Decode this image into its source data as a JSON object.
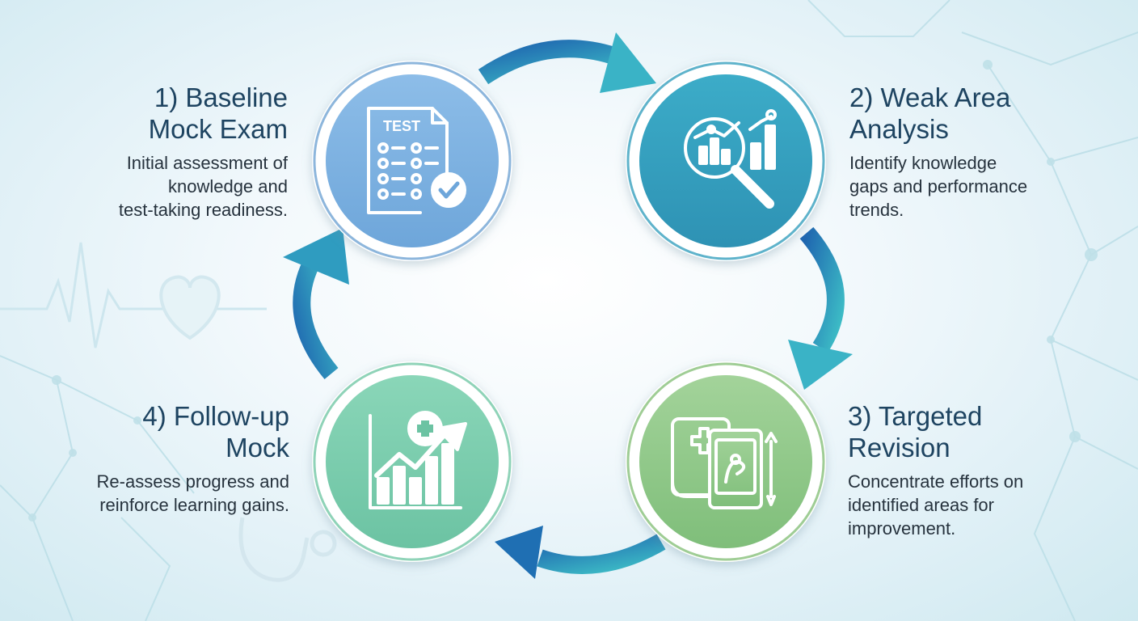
{
  "steps": [
    {
      "id": "baseline",
      "title_line1": "1) Baseline",
      "title_line2": "Mock Exam",
      "desc_line1": "Initial assessment of",
      "desc_line2": "knowledge and",
      "desc_line3": "test-taking readiness.",
      "icon": "test-paper-checkmark-icon",
      "icon_text": "TEST",
      "color": "#7fb2e0"
    },
    {
      "id": "weak-area",
      "title_line1": "2) Weak Area",
      "title_line2": "Analysis",
      "desc_line1": "Identify knowledge",
      "desc_line2": "gaps and performance",
      "desc_line3": "trends.",
      "icon": "magnifier-chart-icon",
      "color": "#37a0c0"
    },
    {
      "id": "targeted-revision",
      "title_line1": "3) Targeted",
      "title_line2": "Revision",
      "desc_line1": "Concentrate efforts on",
      "desc_line2": "identified areas for",
      "desc_line3": "improvement.",
      "icon": "books-tablet-icon",
      "color": "#92c98c"
    },
    {
      "id": "follow-up",
      "title_line1": "4) Follow-up",
      "title_line2": "Mock",
      "desc_line1": "Re-assess progress and",
      "desc_line2": "reinforce learning gains.",
      "icon": "growth-chart-plus-icon",
      "color": "#7ccdad"
    }
  ],
  "colors": {
    "arrow_dark": "#1f66b0",
    "arrow_light": "#3dbdc6",
    "title_text": "#1e4461",
    "body_text": "#26323d"
  }
}
